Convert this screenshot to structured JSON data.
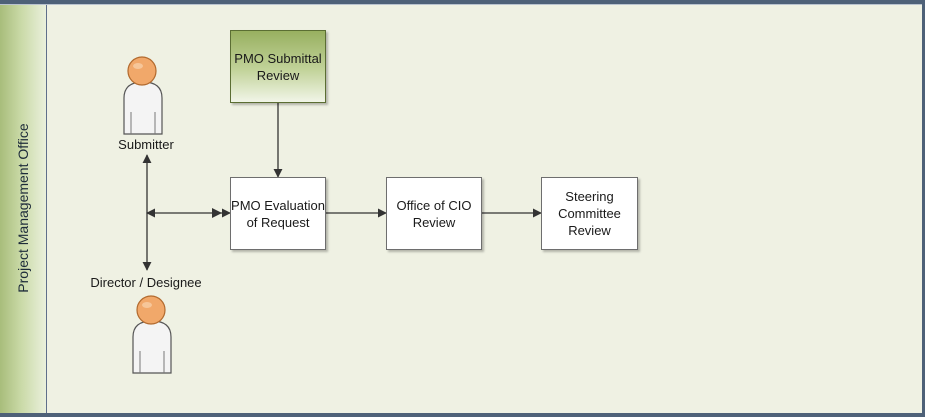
{
  "lane": {
    "title": "Project Management Office"
  },
  "nodes": {
    "pmo_submittal": "PMO Submittal Review",
    "pmo_evaluation": "PMO Evaluation of Request",
    "cio_review": "Office of CIO Review",
    "steering_review": "Steering Committee Review"
  },
  "actors": {
    "submitter": "Submitter",
    "director": "Director / Designee"
  },
  "colors": {
    "lane_header": "#a8bd7b",
    "lane_body": "#eff1e3",
    "frame": "#4e6178",
    "person_head": "#f1a86a",
    "arrow": "#333333"
  },
  "icons": [
    "person-icon",
    "person-icon"
  ]
}
